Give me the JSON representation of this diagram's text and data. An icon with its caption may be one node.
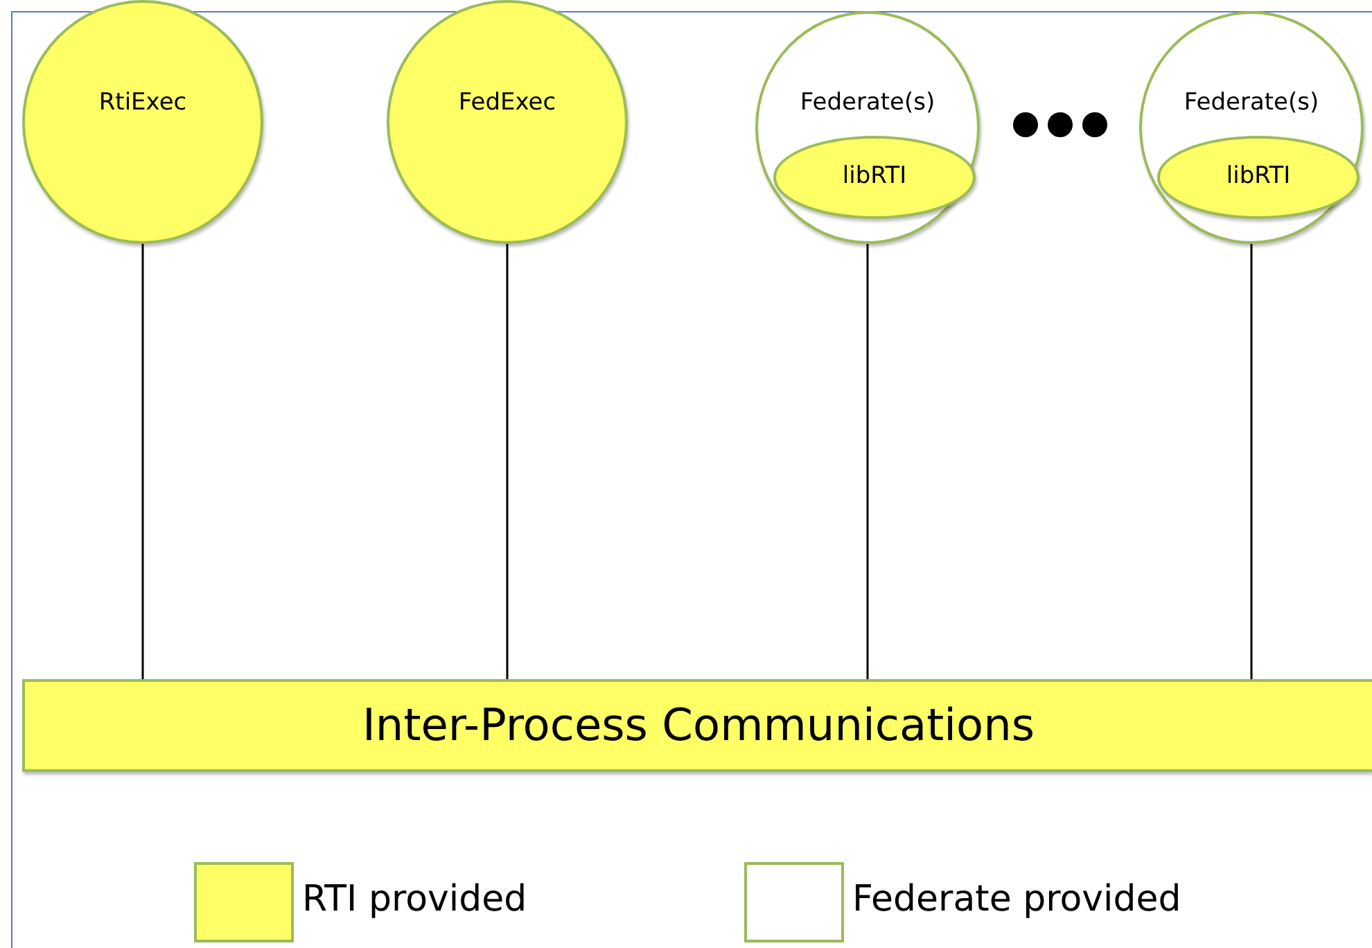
{
  "diagram": {
    "nodes": [
      {
        "text": [
          "RtiExec"
        ]
      },
      {
        "text": [
          "FedExec"
        ]
      },
      {
        "text": [
          "Federate(s)"
        ]
      },
      {
        "text": [
          "libRTI"
        ],
        "in": 2
      },
      {
        "text": [
          "Federate(s)"
        ]
      },
      {
        "text": [
          "libRTI"
        ],
        "in": 4
      },
      {
        "text": [
          "Inter-Process Communications"
        ]
      }
    ],
    "edges": [
      {
        "from": 0,
        "to": 6,
        "arrow": "none"
      },
      {
        "from": 1,
        "to": 6,
        "arrow": "none"
      },
      {
        "from": 2,
        "to": 6,
        "arrow": "none"
      },
      {
        "from": 4,
        "to": 6,
        "arrow": "none"
      }
    ],
    "legend": [
      {
        "text": "RTI provided",
        "color": "#ffff66"
      },
      {
        "text": "Federate provided",
        "color": "#ffffff"
      }
    ]
  }
}
